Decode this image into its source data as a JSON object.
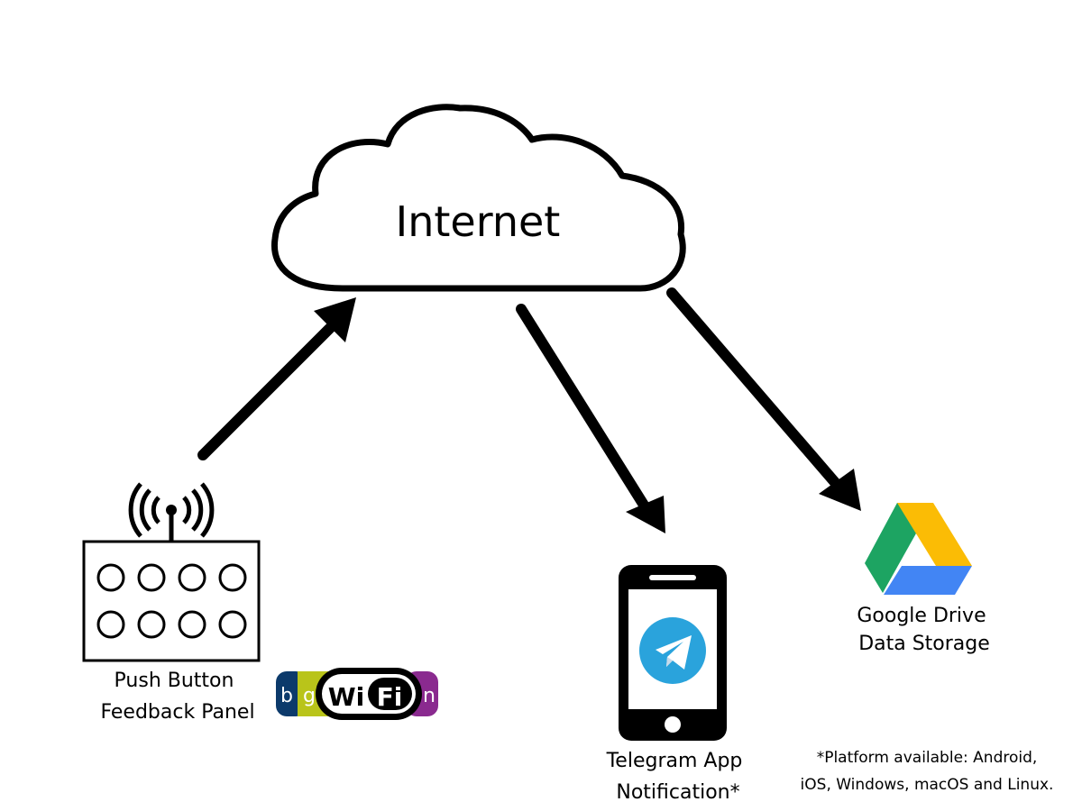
{
  "cloud": {
    "label": "Internet"
  },
  "panel": {
    "label_line1": "Push Button",
    "label_line2": "Feedback Panel",
    "button_count": 8
  },
  "wifi_badge": {
    "letters": [
      "b",
      "g",
      "Wi",
      "Fi",
      "n"
    ],
    "colors": [
      "#0c3a6b",
      "#b9c41a",
      "#8a2a8f"
    ]
  },
  "phone": {
    "label_line1": "Telegram App",
    "label_line2": "Notification*",
    "icon_color": "#2aa3dc"
  },
  "drive": {
    "label_line1": "Google Drive",
    "label_line2": "Data Storage",
    "colors": [
      "#1da462",
      "#fbbc05",
      "#4285f4"
    ]
  },
  "footnote": {
    "line1": "*Platform available: Android,",
    "line2": "iOS, Windows, macOS and Linux."
  }
}
